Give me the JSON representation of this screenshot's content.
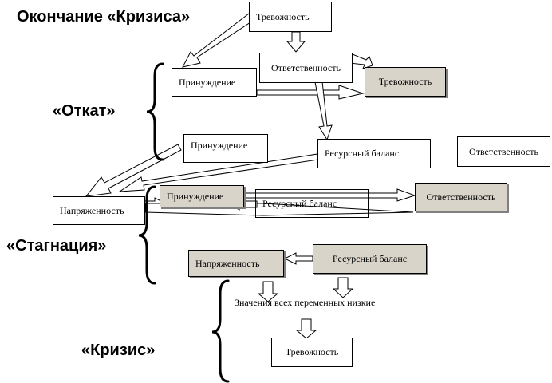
{
  "sections": {
    "end_of_crisis": "Окончание «Кризиса»",
    "rollback": "«Откат»",
    "stagnation": "«Стагнация»",
    "crisis": "«Кризис»"
  },
  "nodes": {
    "anxiety_top": "Тревожность",
    "responsibility_1": "Ответственность",
    "coercion_1": "Принуждение",
    "anxiety_shaded": "Тревожность",
    "coercion_2": "Принуждение",
    "resource_balance_1": "Ресурсный баланс",
    "responsibility_2": "Ответственность",
    "tension_1": "Напряженность",
    "coercion_3": "Принуждение",
    "resource_balance_2": "Ресурсный баланс",
    "responsibility_3": "Ответственность",
    "tension_2": "Напряженность",
    "resource_balance_3": "Ресурсный баланс",
    "all_variables_low": "Значения всех переменных низкие",
    "anxiety_bottom": "Тревожность"
  }
}
